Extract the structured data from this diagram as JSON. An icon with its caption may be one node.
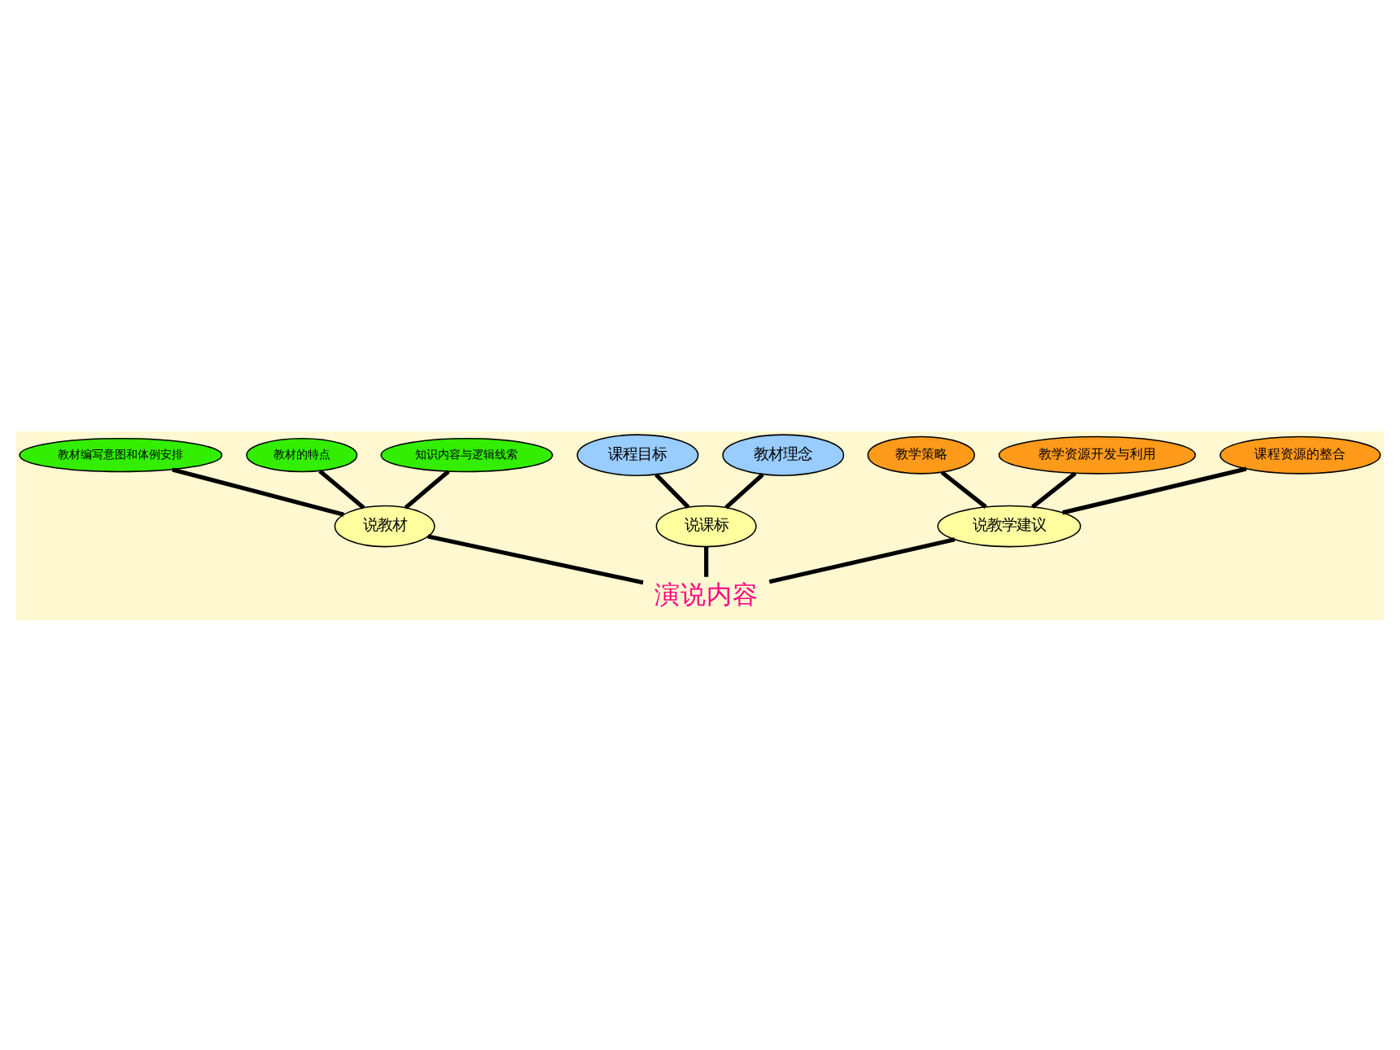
{
  "diagram": {
    "nodes": [
      {
        "text": [
          "演说内容"
        ]
      },
      {
        "text": [
          "说教材"
        ]
      },
      {
        "text": [
          "教材编写意图和体例安排"
        ]
      },
      {
        "text": [
          "教材的特点"
        ]
      },
      {
        "text": [
          "知识内容与逻辑线索"
        ]
      },
      {
        "text": [
          "说课标"
        ]
      },
      {
        "text": [
          "课程目标"
        ]
      },
      {
        "text": [
          "教材理念"
        ]
      },
      {
        "text": [
          "说教学建议"
        ]
      },
      {
        "text": [
          "教学策略"
        ]
      },
      {
        "text": [
          "教学资源开发与利用"
        ]
      },
      {
        "text": [
          "课程资源的整合"
        ]
      }
    ],
    "edges": [
      {
        "from": 0,
        "to": 5,
        "arrow": "none"
      },
      {
        "from": 0,
        "to": 1,
        "arrow": "none"
      },
      {
        "from": 0,
        "to": 8,
        "arrow": "none"
      },
      {
        "from": 1,
        "to": 2,
        "arrow": "none"
      },
      {
        "from": 1,
        "to": 3,
        "arrow": "none"
      },
      {
        "from": 1,
        "to": 4,
        "arrow": "none"
      },
      {
        "from": 5,
        "to": 6,
        "arrow": "none"
      },
      {
        "from": 5,
        "to": 7,
        "arrow": "none"
      },
      {
        "from": 8,
        "to": 9,
        "arrow": "none"
      },
      {
        "from": 8,
        "to": 10,
        "arrow": "none"
      },
      {
        "from": 8,
        "to": 11,
        "arrow": "none"
      }
    ]
  }
}
